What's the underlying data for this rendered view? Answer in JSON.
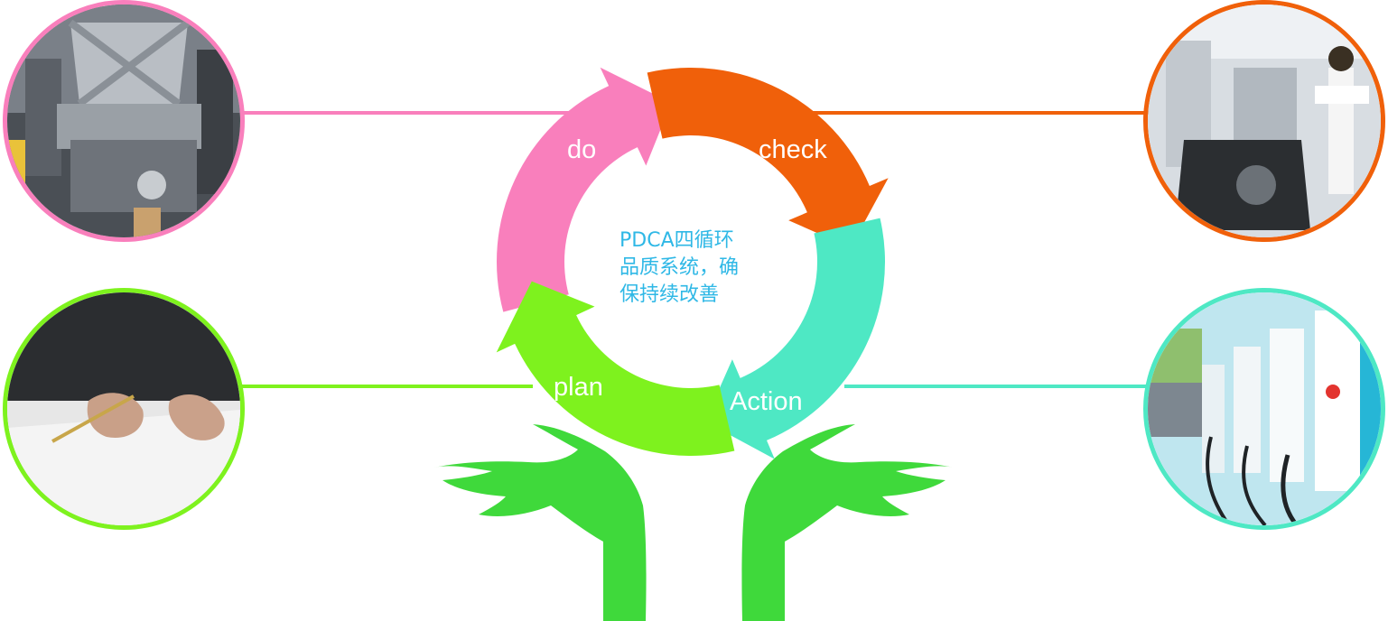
{
  "diagram": {
    "steps": {
      "do": {
        "label": "do",
        "color": "#f97fbc"
      },
      "check": {
        "label": "check",
        "color": "#f0600a"
      },
      "action": {
        "label": "Action",
        "color": "#4ee8c4"
      },
      "plan": {
        "label": "plan",
        "color": "#7ef21e"
      }
    },
    "center_text": {
      "line1": "PDCA四循环",
      "line2": "品质系统，确",
      "line3": "保持续改善"
    },
    "hands_color": "#3fd93b",
    "text_color": "#2fb8e6"
  }
}
